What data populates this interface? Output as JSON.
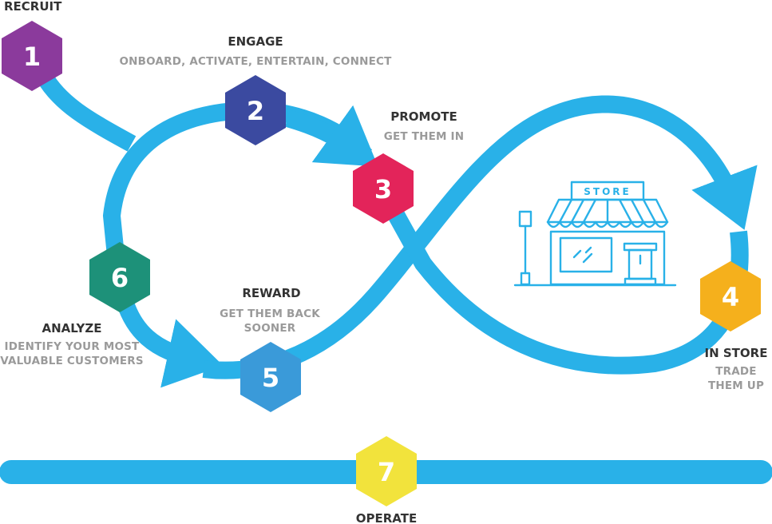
{
  "colors": {
    "track": "#29b1e8",
    "hex1": "#8b3a9c",
    "hex2": "#3b4aa0",
    "hex3": "#e3245a",
    "hex4": "#f5b01c",
    "hex5": "#3a9ad9",
    "hex6": "#1d9179",
    "hex7": "#f2e33c"
  },
  "steps": [
    {
      "number": "1",
      "title": "RECRUIT",
      "subtitle_lines": []
    },
    {
      "number": "2",
      "title": "ENGAGE",
      "subtitle_lines": [
        "ONBOARD, ACTIVATE, ENTERTAIN, CONNECT"
      ]
    },
    {
      "number": "3",
      "title": "PROMOTE",
      "subtitle_lines": [
        "GET THEM IN"
      ]
    },
    {
      "number": "4",
      "title": "IN STORE",
      "subtitle_lines": [
        "TRADE",
        "THEM UP"
      ]
    },
    {
      "number": "5",
      "title": "REWARD",
      "subtitle_lines": [
        "GET THEM BACK",
        "SOONER"
      ]
    },
    {
      "number": "6",
      "title": "ANALYZE",
      "subtitle_lines": [
        "IDENTIFY YOUR MOST",
        "VALUABLE CUSTOMERS"
      ]
    },
    {
      "number": "7",
      "title": "OPERATE",
      "subtitle_lines": []
    }
  ],
  "store": {
    "sign": "STORE",
    "icon": "store-icon"
  }
}
